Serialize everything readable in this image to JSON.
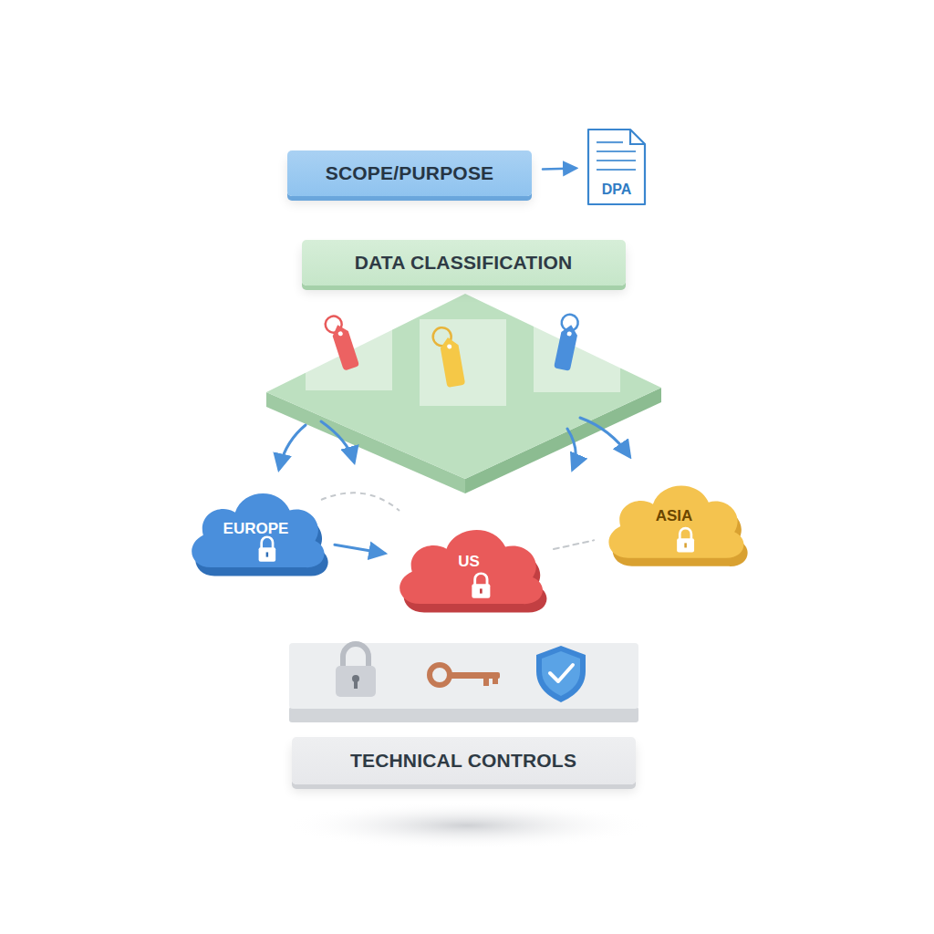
{
  "diagram": {
    "nodes": [
      {
        "text": [
          "SCOPE/PURPOSE"
        ]
      },
      {
        "text": [
          "DPA"
        ]
      },
      {
        "text": [
          "DATA CLASSIFICATION"
        ]
      },
      {
        "text": [
          "EUROPE"
        ]
      },
      {
        "text": [
          "US"
        ]
      },
      {
        "text": [
          "ASIA"
        ]
      },
      {
        "text": [
          "TECHNICAL CONTROLS"
        ]
      }
    ],
    "edges": [
      {
        "from": 0,
        "to": 1,
        "arrow": "to"
      },
      {
        "from": 3,
        "to": 4,
        "arrow": "to"
      },
      {
        "from": 4,
        "to": 5,
        "arrow": "none"
      }
    ]
  }
}
